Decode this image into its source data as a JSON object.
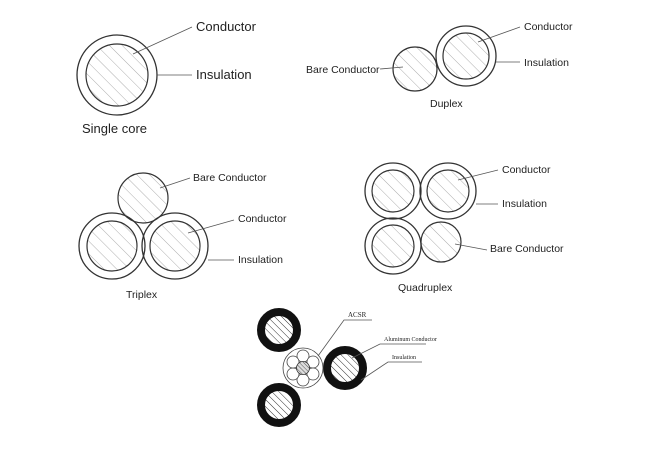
{
  "single_core": {
    "conductor": "Conductor",
    "insulation": "Insulation",
    "caption": "Single core"
  },
  "duplex": {
    "bare_conductor": "Bare Conductor",
    "conductor": "Conductor",
    "insulation": "Insulation",
    "caption": "Duplex"
  },
  "triplex": {
    "bare_conductor": "Bare Conductor",
    "conductor": "Conductor",
    "insulation": "Insulation",
    "caption": "Triplex"
  },
  "quadruplex": {
    "conductor": "Conductor",
    "insulation": "Insulation",
    "bare_conductor": "Bare Conductor",
    "caption": "Quadruplex"
  },
  "acsr_bundle": {
    "acsr": "ACSR",
    "aluminum_conductor": "Aluminum Conductor",
    "insulation": "Insulation"
  },
  "colors": {
    "line": "#333333",
    "fill": "#ffffff"
  }
}
